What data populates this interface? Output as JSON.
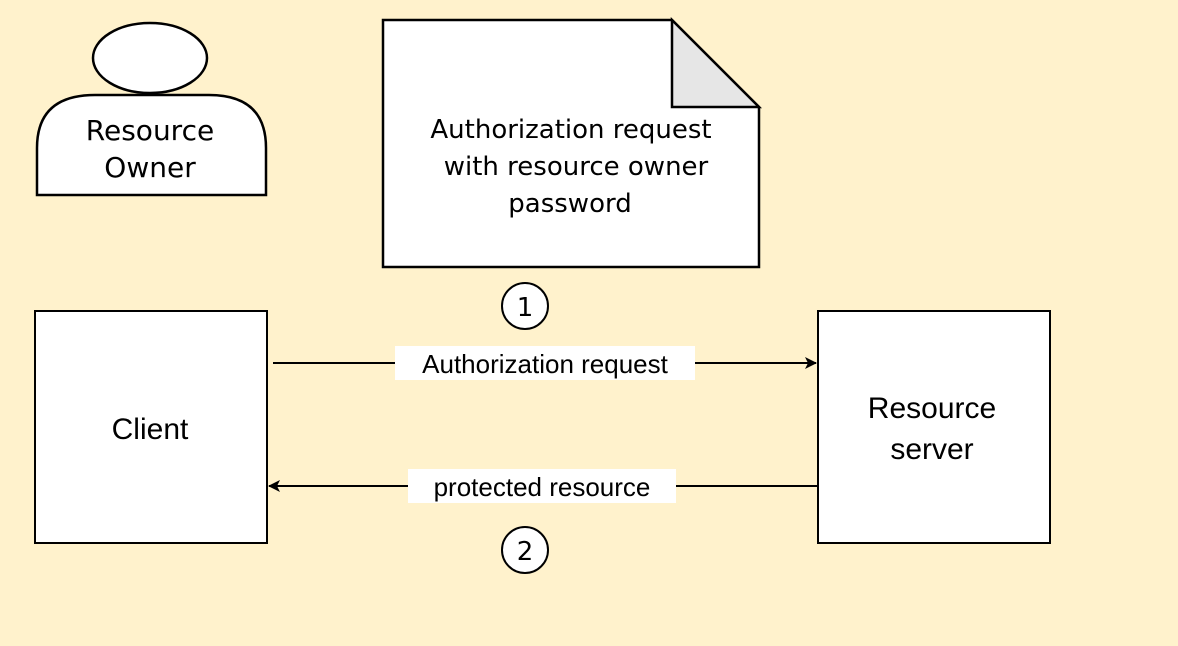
{
  "colors": {
    "background": "#fff2cc",
    "shape_fill": "#ffffff",
    "note_fold": "#e6e6e6",
    "stroke": "#000000"
  },
  "actors": {
    "resource_owner": {
      "line1": "Resource",
      "line2": "Owner",
      "icon": "user-icon"
    }
  },
  "note": {
    "line1": "Authorization request",
    "line2": "with resource owner",
    "line3": "password"
  },
  "nodes": {
    "client": {
      "label": "Client"
    },
    "resource_server": {
      "line1": "Resource",
      "line2": "server"
    }
  },
  "edges": {
    "request": {
      "label": "Authorization request",
      "step": "1"
    },
    "response": {
      "label": "protected resource",
      "step": "2"
    }
  }
}
